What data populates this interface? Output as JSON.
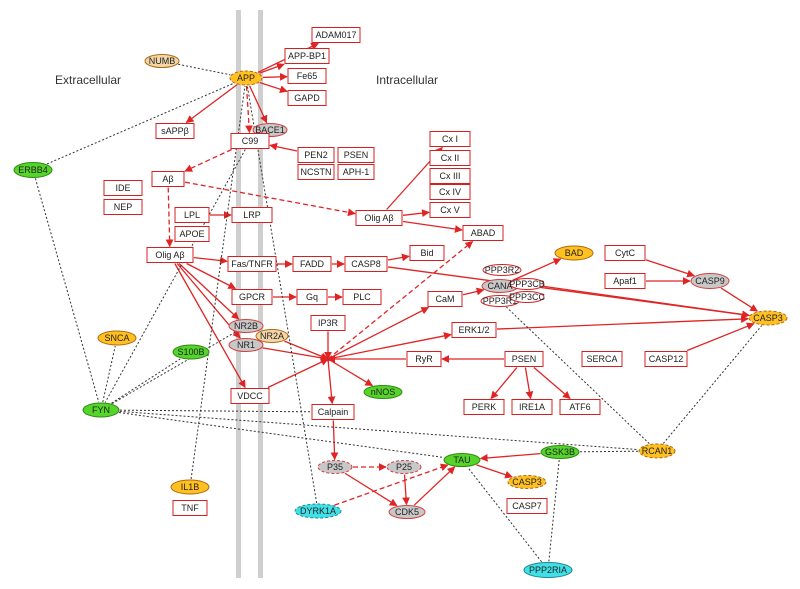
{
  "regions": {
    "extracellular": "Extracellular",
    "intracellular": "Intracellular"
  },
  "colors": {
    "orange": "#ffc020",
    "green": "#55d42a",
    "gray": "#c8c8c8",
    "cyan": "#40e0e8",
    "tan": "#f3d6a8",
    "white": "#ffffff",
    "edge_red": "#e02424",
    "edge_black": "#333333",
    "membrane": "#cfcfcf"
  },
  "nodes": [
    {
      "id": "ADAM017",
      "label": "ADAM017",
      "shape": "box"
    },
    {
      "id": "APPBP1",
      "label": "APP-BP1",
      "shape": "box"
    },
    {
      "id": "Fe65",
      "label": "Fe65",
      "shape": "box"
    },
    {
      "id": "GAPD",
      "label": "GAPD",
      "shape": "box"
    },
    {
      "id": "NUMB",
      "label": "NUMB",
      "shape": "ellipse",
      "fill": "tan"
    },
    {
      "id": "APP",
      "label": "APP",
      "shape": "ellipse",
      "fill": "orange",
      "dash": true
    },
    {
      "id": "BACE1",
      "label": "BACE1",
      "shape": "ellipse",
      "fill": "gray"
    },
    {
      "id": "sAPPb",
      "label": "sAPPβ",
      "shape": "box"
    },
    {
      "id": "C99",
      "label": "C99",
      "shape": "box"
    },
    {
      "id": "PEN2",
      "label": "PEN2",
      "shape": "box"
    },
    {
      "id": "PSEN_a",
      "label": "PSEN",
      "shape": "box"
    },
    {
      "id": "NCSTN",
      "label": "NCSTN",
      "shape": "box"
    },
    {
      "id": "APH1",
      "label": "APH-1",
      "shape": "box"
    },
    {
      "id": "ERBB4",
      "label": "ERBB4",
      "shape": "ellipse",
      "fill": "green"
    },
    {
      "id": "Ab",
      "label": "Aβ",
      "shape": "box"
    },
    {
      "id": "IDE",
      "label": "IDE",
      "shape": "box"
    },
    {
      "id": "NEP",
      "label": "NEP",
      "shape": "box"
    },
    {
      "id": "LPL",
      "label": "LPL",
      "shape": "box"
    },
    {
      "id": "APOE",
      "label": "APOE",
      "shape": "box"
    },
    {
      "id": "LRP",
      "label": "LRP",
      "shape": "box"
    },
    {
      "id": "CxI",
      "label": "Cx I",
      "shape": "box"
    },
    {
      "id": "CxII",
      "label": "Cx II",
      "shape": "box"
    },
    {
      "id": "CxIII",
      "label": "Cx III",
      "shape": "box"
    },
    {
      "id": "CxIV",
      "label": "Cx IV",
      "shape": "box"
    },
    {
      "id": "CxV",
      "label": "Cx V",
      "shape": "box"
    },
    {
      "id": "OligAb2",
      "label": "Olig Aβ",
      "shape": "box"
    },
    {
      "id": "ABAD",
      "label": "ABAD",
      "shape": "box"
    },
    {
      "id": "OligAb",
      "label": "Olig Aβ",
      "shape": "box"
    },
    {
      "id": "FasTNFR",
      "label": "Fas/TNFR",
      "shape": "box"
    },
    {
      "id": "FADD",
      "label": "FADD",
      "shape": "box"
    },
    {
      "id": "CASP8",
      "label": "CASP8",
      "shape": "box"
    },
    {
      "id": "Bid",
      "label": "Bid",
      "shape": "box"
    },
    {
      "id": "BAD",
      "label": "BAD",
      "shape": "ellipse",
      "fill": "orange"
    },
    {
      "id": "CytC",
      "label": "CytC",
      "shape": "box"
    },
    {
      "id": "Apaf1",
      "label": "Apaf1",
      "shape": "box"
    },
    {
      "id": "CASP9",
      "label": "CASP9",
      "shape": "ellipse",
      "fill": "gray"
    },
    {
      "id": "PPP3R2",
      "label": "PPP3R2",
      "shape": "ellipse",
      "fill": "white"
    },
    {
      "id": "CANA",
      "label": "CANA",
      "shape": "ellipse",
      "fill": "gray"
    },
    {
      "id": "PPP3CB",
      "label": "PPP3CB",
      "shape": "ellipse",
      "fill": "white"
    },
    {
      "id": "PPP3R1",
      "label": "PPP3R1",
      "shape": "ellipse",
      "fill": "white"
    },
    {
      "id": "PPP3CC",
      "label": "PPP3CC",
      "shape": "ellipse",
      "fill": "white"
    },
    {
      "id": "CASP3a",
      "label": "CASP3",
      "shape": "ellipse",
      "fill": "orange",
      "dash": true
    },
    {
      "id": "GPCR",
      "label": "GPCR",
      "shape": "box"
    },
    {
      "id": "Gq",
      "label": "Gq",
      "shape": "box"
    },
    {
      "id": "PLC",
      "label": "PLC",
      "shape": "box"
    },
    {
      "id": "CaM",
      "label": "CaM",
      "shape": "box"
    },
    {
      "id": "NR2B",
      "label": "NR2B",
      "shape": "ellipse",
      "fill": "gray"
    },
    {
      "id": "NR1",
      "label": "NR1",
      "shape": "ellipse",
      "fill": "gray"
    },
    {
      "id": "NR2A",
      "label": "NR2A",
      "shape": "ellipse",
      "fill": "tan"
    },
    {
      "id": "IP3R",
      "label": "IP3R",
      "shape": "box"
    },
    {
      "id": "ERK12",
      "label": "ERK1/2",
      "shape": "box"
    },
    {
      "id": "SNCA",
      "label": "SNCA",
      "shape": "ellipse",
      "fill": "orange"
    },
    {
      "id": "S100B",
      "label": "S100B",
      "shape": "ellipse",
      "fill": "green"
    },
    {
      "id": "RyR",
      "label": "RyR",
      "shape": "box"
    },
    {
      "id": "PSEN_b",
      "label": "PSEN",
      "shape": "box"
    },
    {
      "id": "SERCA",
      "label": "SERCA",
      "shape": "box"
    },
    {
      "id": "CASP12",
      "label": "CASP12",
      "shape": "box"
    },
    {
      "id": "VDCC",
      "label": "VDCC",
      "shape": "box"
    },
    {
      "id": "nNOS",
      "label": "nNOS",
      "shape": "ellipse",
      "fill": "green"
    },
    {
      "id": "FYN",
      "label": "FYN",
      "shape": "ellipse",
      "fill": "green"
    },
    {
      "id": "PERK",
      "label": "PERK",
      "shape": "box"
    },
    {
      "id": "IRE1A",
      "label": "IRE1A",
      "shape": "box"
    },
    {
      "id": "ATF6",
      "label": "ATF6",
      "shape": "box"
    },
    {
      "id": "Calpain",
      "label": "Calpain",
      "shape": "box"
    },
    {
      "id": "GSK3B",
      "label": "GSK3B",
      "shape": "ellipse",
      "fill": "green"
    },
    {
      "id": "RCAN1",
      "label": "RCAN1",
      "shape": "ellipse",
      "fill": "orange",
      "dash": true
    },
    {
      "id": "P35",
      "label": "P35",
      "shape": "ellipse",
      "fill": "gray",
      "dash": true
    },
    {
      "id": "P25",
      "label": "P25",
      "shape": "ellipse",
      "fill": "gray",
      "dash": true
    },
    {
      "id": "TAU",
      "label": "TAU",
      "shape": "ellipse",
      "fill": "green"
    },
    {
      "id": "CASP3b",
      "label": "CASP3",
      "shape": "ellipse",
      "fill": "orange",
      "dash": true
    },
    {
      "id": "IL1B",
      "label": "IL1B",
      "shape": "ellipse",
      "fill": "orange"
    },
    {
      "id": "TNF",
      "label": "TNF",
      "shape": "box"
    },
    {
      "id": "DYRK1A",
      "label": "DYRK1A",
      "shape": "ellipse",
      "fill": "cyan",
      "dash": true
    },
    {
      "id": "CDK5",
      "label": "CDK5",
      "shape": "ellipse",
      "fill": "gray"
    },
    {
      "id": "CASP7",
      "label": "CASP7",
      "shape": "box"
    },
    {
      "id": "PPP2RIA",
      "label": "PPP2RIA",
      "shape": "ellipse",
      "fill": "cyan"
    }
  ],
  "edges": [
    {
      "from": "APP",
      "to": "ADAM017",
      "style": "solid"
    },
    {
      "from": "APP",
      "to": "APPBP1",
      "style": "solid"
    },
    {
      "from": "APP",
      "to": "Fe65",
      "style": "solid"
    },
    {
      "from": "APP",
      "to": "GAPD",
      "style": "solid"
    },
    {
      "from": "APP",
      "to": "BACE1",
      "style": "solid"
    },
    {
      "from": "APP",
      "to": "sAPPb",
      "style": "solid"
    },
    {
      "from": "APP",
      "to": "C99",
      "style": "dash"
    },
    {
      "from": "NUMB",
      "to": "APP",
      "style": "dot"
    },
    {
      "from": "C99",
      "to": "Ab",
      "style": "dash"
    },
    {
      "from": "PEN2",
      "to": "C99",
      "style": "solid"
    },
    {
      "from": "Ab",
      "to": "OligAb",
      "style": "dash"
    },
    {
      "from": "Ab",
      "to": "OligAb2",
      "style": "dash"
    },
    {
      "from": "OligAb2",
      "to": "CxI",
      "style": "solid"
    },
    {
      "from": "OligAb2",
      "to": "CxV",
      "style": "solid"
    },
    {
      "from": "OligAb2",
      "to": "ABAD",
      "style": "solid"
    },
    {
      "from": "LPL",
      "to": "LRP",
      "style": "solid"
    },
    {
      "from": "OligAb",
      "to": "FasTNFR",
      "style": "solid"
    },
    {
      "from": "OligAb",
      "to": "GPCR",
      "style": "solid"
    },
    {
      "from": "OligAb",
      "to": "NR2B",
      "style": "solid"
    },
    {
      "from": "OligAb",
      "to": "NR1",
      "style": "solid"
    },
    {
      "from": "OligAb",
      "to": "VDCC",
      "style": "solid"
    },
    {
      "from": "FasTNFR",
      "to": "FADD",
      "style": "solid"
    },
    {
      "from": "FADD",
      "to": "CASP8",
      "style": "solid"
    },
    {
      "from": "CASP8",
      "to": "Bid",
      "style": "solid"
    },
    {
      "from": "CASP8",
      "to": "CASP3a",
      "style": "solid"
    },
    {
      "from": "GPCR",
      "to": "Gq",
      "style": "solid"
    },
    {
      "from": "Gq",
      "to": "PLC",
      "style": "solid"
    },
    {
      "from": "CytC",
      "to": "CASP9",
      "style": "solid"
    },
    {
      "from": "Apaf1",
      "to": "CASP9",
      "style": "solid"
    },
    {
      "from": "CASP9",
      "to": "CASP3a",
      "style": "solid"
    },
    {
      "from": "CASP12",
      "to": "CASP3a",
      "style": "solid"
    },
    {
      "from": "CANA",
      "to": "BAD",
      "style": "solid"
    },
    {
      "from": "PPP3CB",
      "to": "CASP3a",
      "style": "solid"
    },
    {
      "from": "ERK12",
      "to": "CASP3a",
      "style": "solid"
    },
    {
      "from": "NR2A",
      "to": "Ca",
      "style": "solid"
    },
    {
      "from": "NR1",
      "to": "Ca",
      "style": "solid"
    },
    {
      "from": "IP3R",
      "to": "Ca",
      "style": "solid"
    },
    {
      "from": "VDCC",
      "to": "Ca",
      "style": "solid"
    },
    {
      "from": "RyR",
      "to": "Ca",
      "style": "solid"
    },
    {
      "from": "Ca",
      "to": "CaM",
      "style": "solid"
    },
    {
      "from": "Ca",
      "to": "ERK12",
      "style": "solid"
    },
    {
      "from": "Ca",
      "to": "nNOS",
      "style": "solid"
    },
    {
      "from": "Ca",
      "to": "Calpain",
      "style": "solid"
    },
    {
      "from": "Ca",
      "to": "ABAD",
      "style": "dash"
    },
    {
      "from": "CaM",
      "to": "CANA",
      "style": "solid"
    },
    {
      "from": "PSEN_b",
      "to": "RyR",
      "style": "solid"
    },
    {
      "from": "PSEN_b",
      "to": "PERK",
      "style": "solid"
    },
    {
      "from": "PSEN_b",
      "to": "IRE1A",
      "style": "solid"
    },
    {
      "from": "PSEN_b",
      "to": "ATF6",
      "style": "solid"
    },
    {
      "from": "Calpain",
      "to": "P35",
      "style": "solid"
    },
    {
      "from": "P35",
      "to": "P25",
      "style": "dash"
    },
    {
      "from": "P35",
      "to": "CDK5",
      "style": "solid"
    },
    {
      "from": "P25",
      "to": "CDK5",
      "style": "solid"
    },
    {
      "from": "CDK5",
      "to": "TAU",
      "style": "solid"
    },
    {
      "from": "GSK3B",
      "to": "TAU",
      "style": "solid"
    },
    {
      "from": "TAU",
      "to": "CASP3b",
      "style": "solid"
    },
    {
      "from": "DYRK1A",
      "to": "TAU",
      "style": "dash"
    },
    {
      "from": "ERBB4",
      "to": "APP",
      "style": "dot"
    },
    {
      "from": "ERBB4",
      "to": "FYN",
      "style": "dot"
    },
    {
      "from": "FYN",
      "to": "S100B",
      "style": "dot"
    },
    {
      "from": "FYN",
      "to": "SNCA",
      "style": "dot"
    },
    {
      "from": "FYN",
      "to": "NR2B",
      "style": "dot"
    },
    {
      "from": "FYN",
      "to": "Calpain",
      "style": "dot"
    },
    {
      "from": "FYN",
      "to": "RCAN1",
      "style": "dot"
    },
    {
      "from": "FYN",
      "to": "TAU",
      "style": "dot"
    },
    {
      "from": "IL1B",
      "to": "APP",
      "style": "dot"
    },
    {
      "from": "DYRK1A",
      "to": "APP",
      "style": "dot"
    },
    {
      "from": "RCAN1",
      "to": "CASP3a",
      "style": "dot"
    },
    {
      "from": "RCAN1",
      "to": "PPP3R1",
      "style": "dot"
    },
    {
      "from": "GSK3B",
      "to": "RCAN1",
      "style": "dot"
    },
    {
      "from": "PPP2RIA",
      "to": "TAU",
      "style": "dot"
    },
    {
      "from": "PPP2RIA",
      "to": "GSK3B",
      "style": "dot"
    },
    {
      "from": "C99",
      "to": "FYN",
      "style": "dot"
    }
  ]
}
